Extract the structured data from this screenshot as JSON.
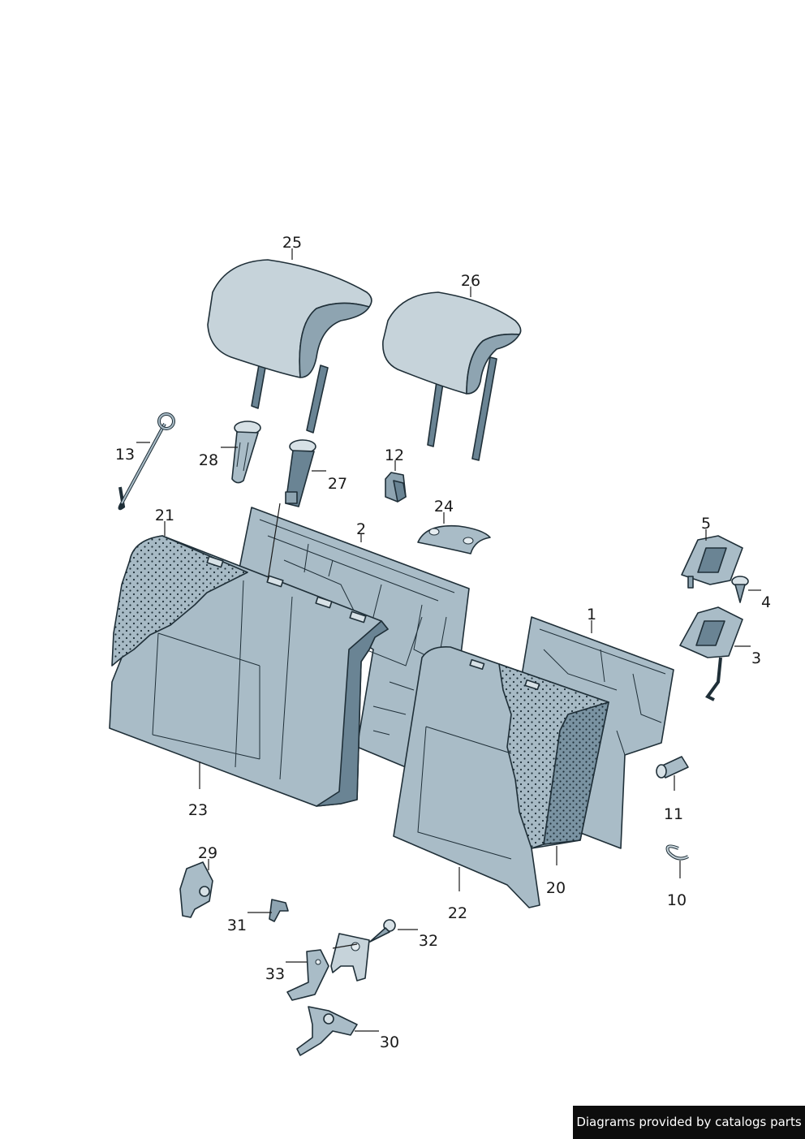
{
  "callouts": [
    "25",
    "26",
    "13",
    "28",
    "27",
    "12",
    "24",
    "2",
    "21",
    "5",
    "4",
    "1",
    "3",
    "23",
    "11",
    "10",
    "22",
    "20",
    "29",
    "31",
    "32",
    "33",
    "30"
  ],
  "footer": {
    "text": "Diagrams provided by catalogs parts"
  }
}
